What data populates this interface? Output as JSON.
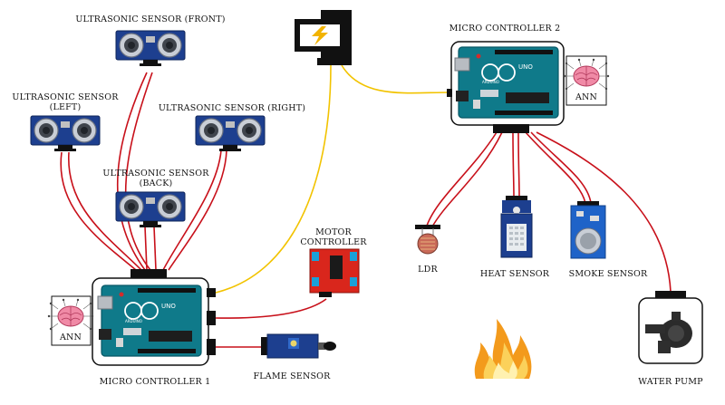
{
  "labels": {
    "us_front": "ULTRASONIC SENSOR (FRONT)",
    "us_left_1": "ULTRASONIC SENSOR",
    "us_left_2": "(LEFT)",
    "us_right": "ULTRASONIC SENSOR (RIGHT)",
    "us_back_1": "ULTRASONIC SENSOR",
    "us_back_2": "(BACK)",
    "mc1": "MICRO CONTROLLER 1",
    "mc2": "MICRO CONTROLLER 2",
    "motor_1": "MOTOR",
    "motor_2": "CONTROLLER",
    "flame": "FLAME SENSOR",
    "ldr": "LDR",
    "heat": "HEAT SENSOR",
    "smoke": "SMOKE SENSOR",
    "pump": "WATER PUMP",
    "ann": "ANN",
    "uno": "UNO",
    "arduino": "ARDUINO"
  },
  "colors": {
    "board": "#0f7a8a",
    "board_dark": "#075866",
    "wire_red": "#c8101a",
    "wire_yellow": "#f2c300",
    "sensor_blue": "#1d3f8f",
    "driver_red": "#d9261c",
    "fire": "#f39a1c"
  },
  "icons": [
    "brain-icon",
    "power-supply-icon",
    "fire-icon",
    "water-pump-icon"
  ]
}
